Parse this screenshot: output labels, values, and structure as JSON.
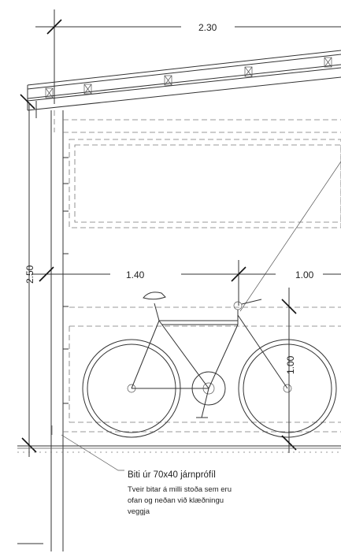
{
  "dimensions": {
    "roof_width": "2.30",
    "wall_height": "2.50",
    "post_offset": "1.40",
    "bay_width": "1.00",
    "wheel_height": "1.00"
  },
  "note": {
    "title": "Biti úr 70x40 járnprófíl",
    "lines": [
      "Tveir bitar á milli stoða sem eru",
      "ofan og neðan við klæðningu",
      "veggja"
    ]
  }
}
